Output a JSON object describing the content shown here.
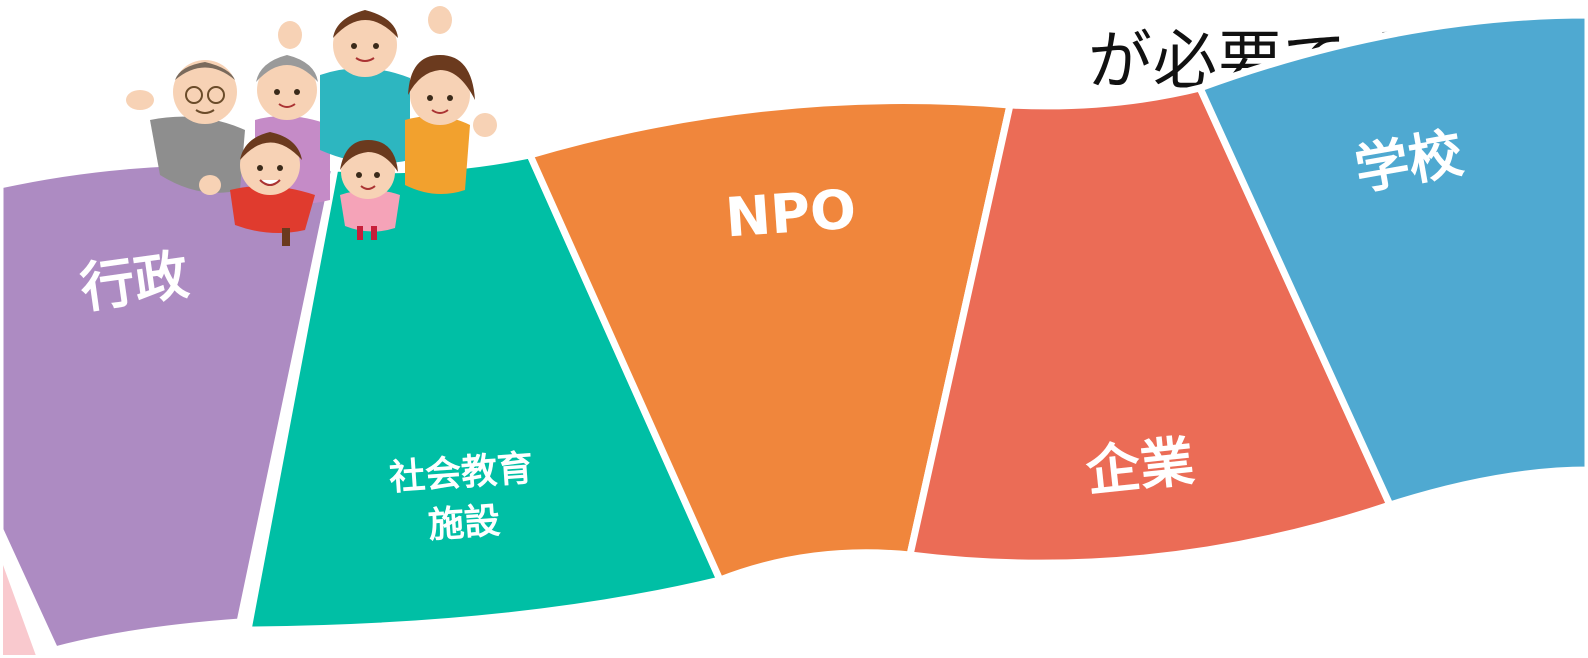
{
  "heading": "が必要です",
  "segments": [
    {
      "label_lines": [
        "行政"
      ],
      "color": "#AD8BC2"
    },
    {
      "label_lines": [
        "社会教育",
        "施設"
      ],
      "color": "#00BFA5"
    },
    {
      "label_lines": [
        "NPO"
      ],
      "color": "#F0863C"
    },
    {
      "label_lines": [
        "企業"
      ],
      "color": "#EB6C56"
    },
    {
      "label_lines": [
        "学校"
      ],
      "color": "#4FA9D1"
    }
  ],
  "partial_segment_color": "#F9C9CE",
  "illustration": {
    "name": "family-waving-illustration"
  }
}
